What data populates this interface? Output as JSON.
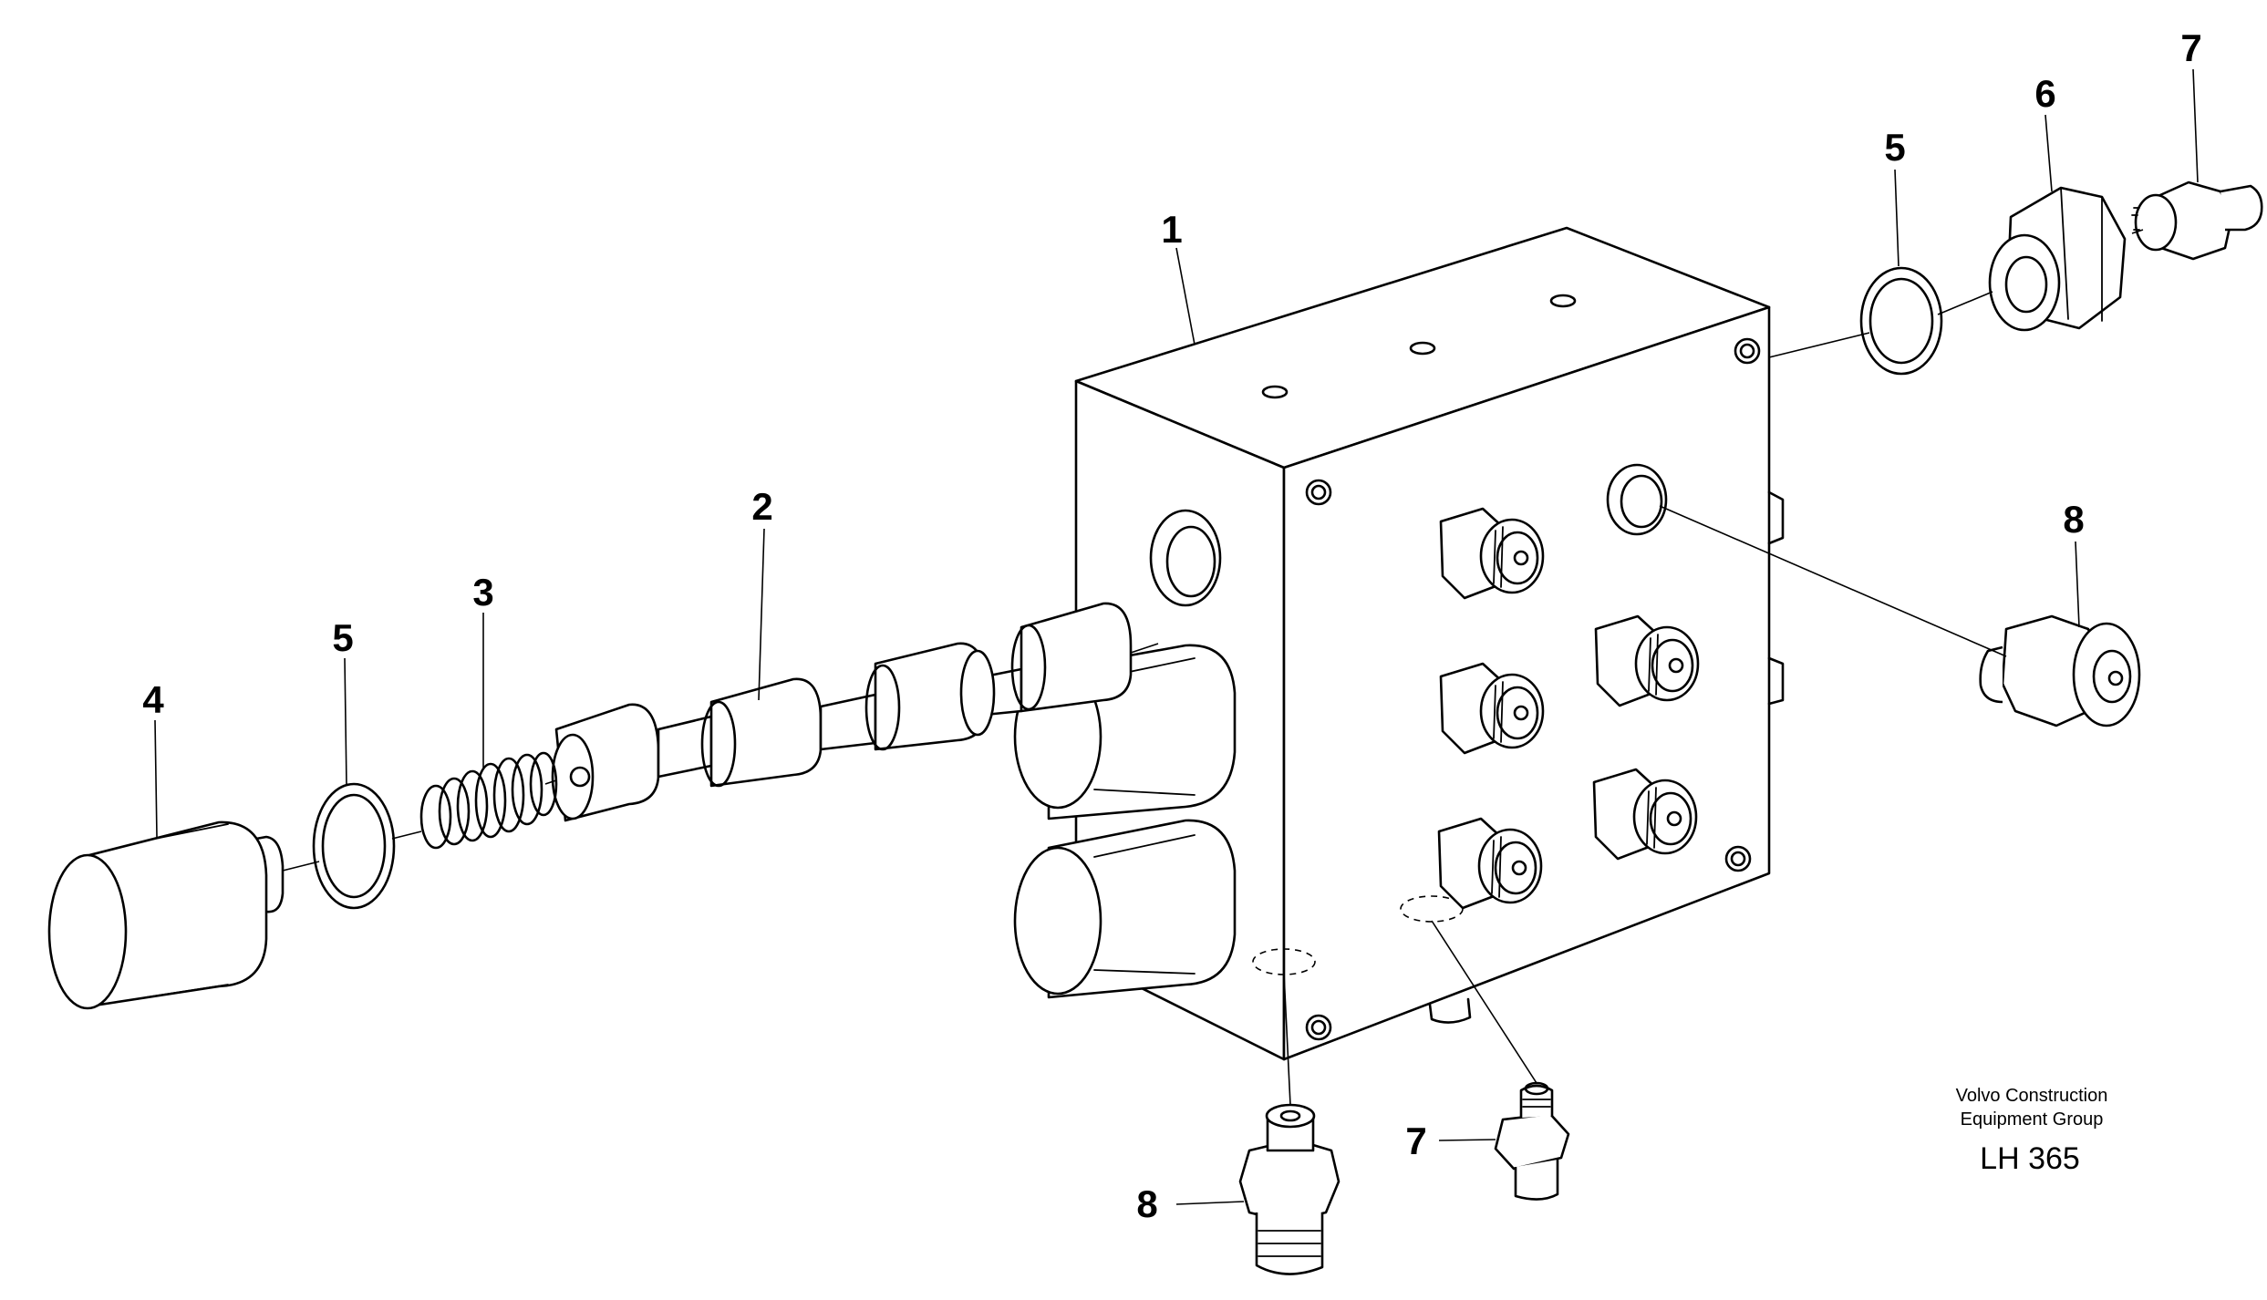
{
  "parts": {
    "block": "1",
    "spool": "2",
    "spring": "3",
    "plug": "4",
    "washer_left": "5",
    "washer_right": "5",
    "adapter": "6",
    "nipple_top": "7",
    "nipple_bottom": "7",
    "fitting_right": "8",
    "fitting_bottom": "8"
  },
  "credit": {
    "line1": "Volvo Construction",
    "line2": "Equipment Group"
  },
  "drawing_code": "LH 365"
}
